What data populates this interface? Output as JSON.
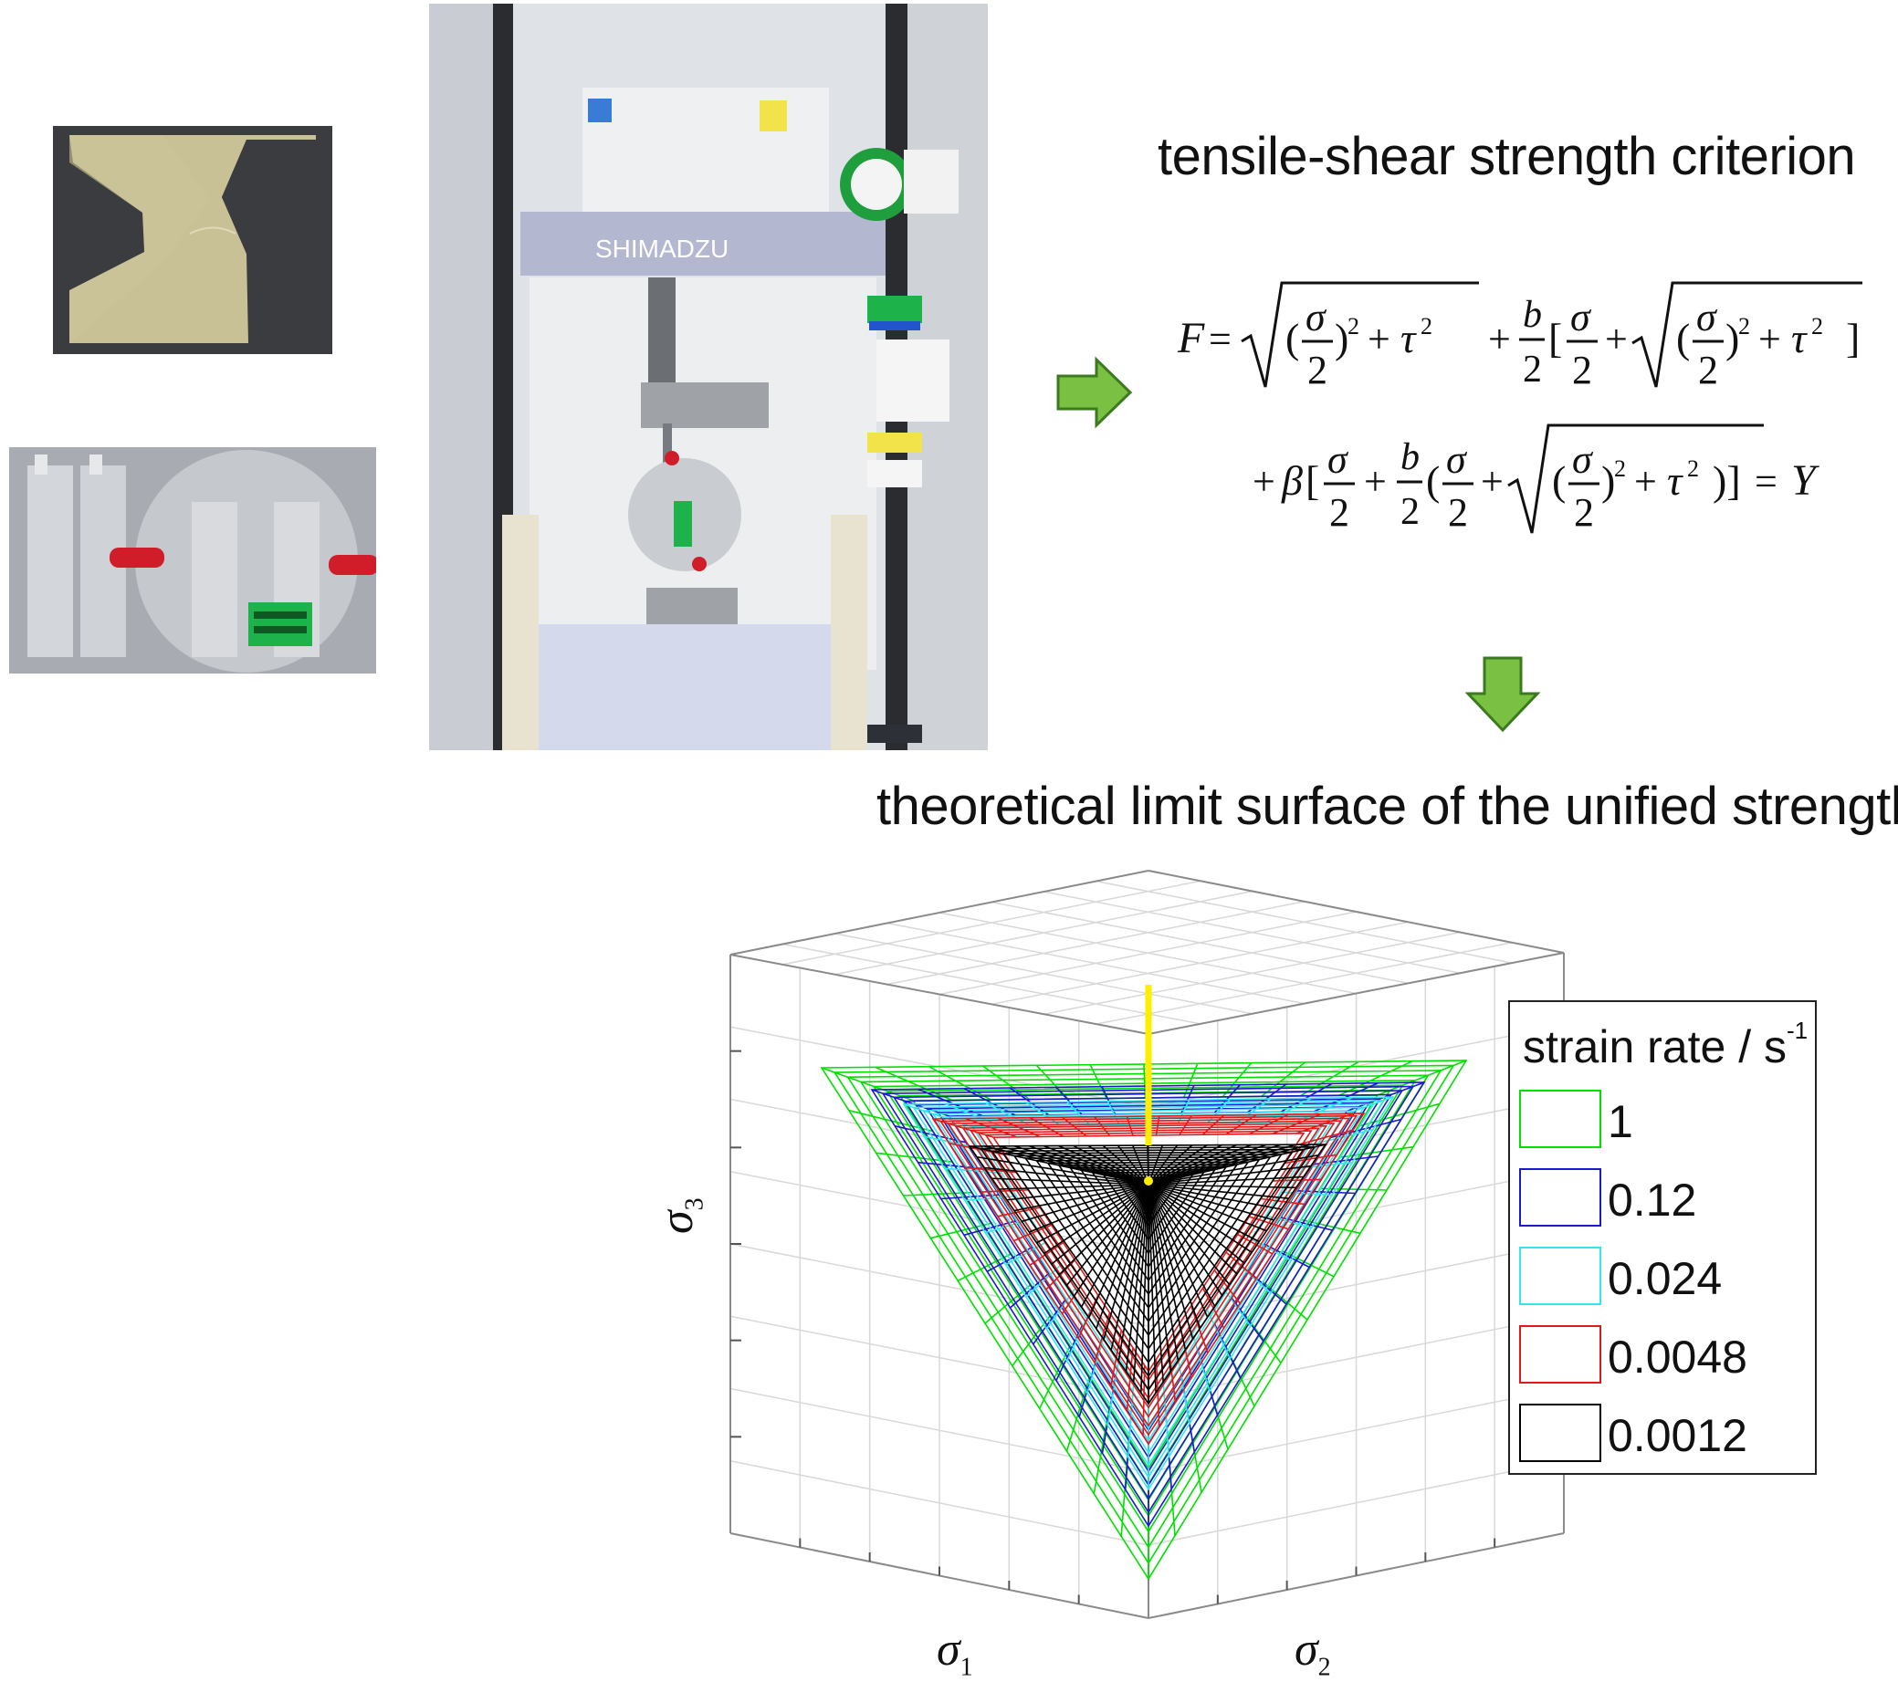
{
  "titles": {
    "criterion": "tensile-shear strength criterion",
    "surface": "theoretical limit surface of the unified strength"
  },
  "equation": {
    "lhs": "F",
    "rhs": "Y"
  },
  "photos": {
    "machine_brand": "SHIMADZU"
  },
  "axes": {
    "x1_symbol": "σ",
    "x1_sub": "1",
    "x2_symbol": "σ",
    "x2_sub": "2",
    "z_symbol": "σ",
    "z_sub": "3"
  },
  "legend": {
    "title": "strain rate / s",
    "title_sup": "-1",
    "items": [
      {
        "label": "1",
        "color": "#00e000"
      },
      {
        "label": "0.12",
        "color": "#1a1acc"
      },
      {
        "label": "0.024",
        "color": "#33e6f0"
      },
      {
        "label": "0.0048",
        "color": "#e01a1a"
      },
      {
        "label": "0.0012",
        "color": "#000000"
      }
    ]
  },
  "colors": {
    "arrow_fill": "#7ac143",
    "arrow_stroke": "#3b7a1f",
    "axis_marker": "#ffee00"
  }
}
